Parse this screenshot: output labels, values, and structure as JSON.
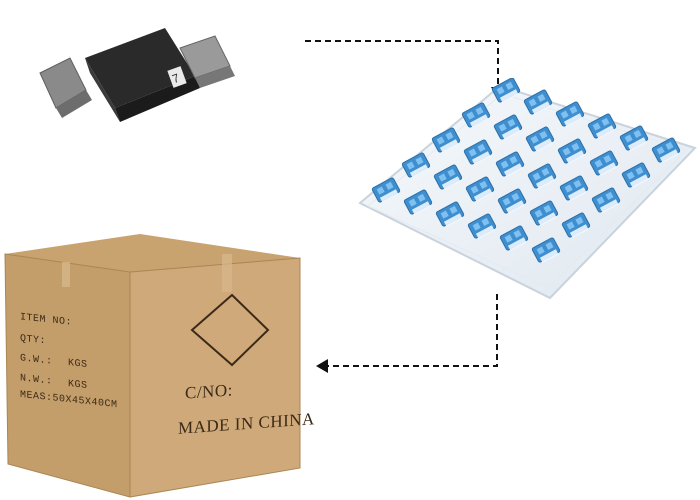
{
  "images": {
    "adapter": {
      "label": "single-fiber-adapter-photo"
    },
    "tray": {
      "label": "adapter-tray-photo"
    },
    "carton": {
      "label": "shipping-carton-photo"
    }
  },
  "carton_text": {
    "item_no": "ITEM NO:",
    "qty": "QTY:",
    "gw": "G.W.:",
    "gw_unit": "KGS",
    "nw": "N.W.:",
    "nw_unit": "KGS",
    "meas": "MEAS:50X45X40CM",
    "cno": "C/NO:",
    "made_in": "MADE IN CHINA"
  },
  "colors": {
    "adapter_body": "#2b2b2b",
    "adapter_flange": "#7f7f7f",
    "tray": "#eef3f8",
    "connector_blue": "#3f8fd0",
    "cardboard": "#c8a373",
    "arrow": "#111111"
  },
  "icons": {
    "arrow_down": "dashed-arrow-down-icon",
    "arrow_left": "dashed-arrow-left-icon"
  }
}
